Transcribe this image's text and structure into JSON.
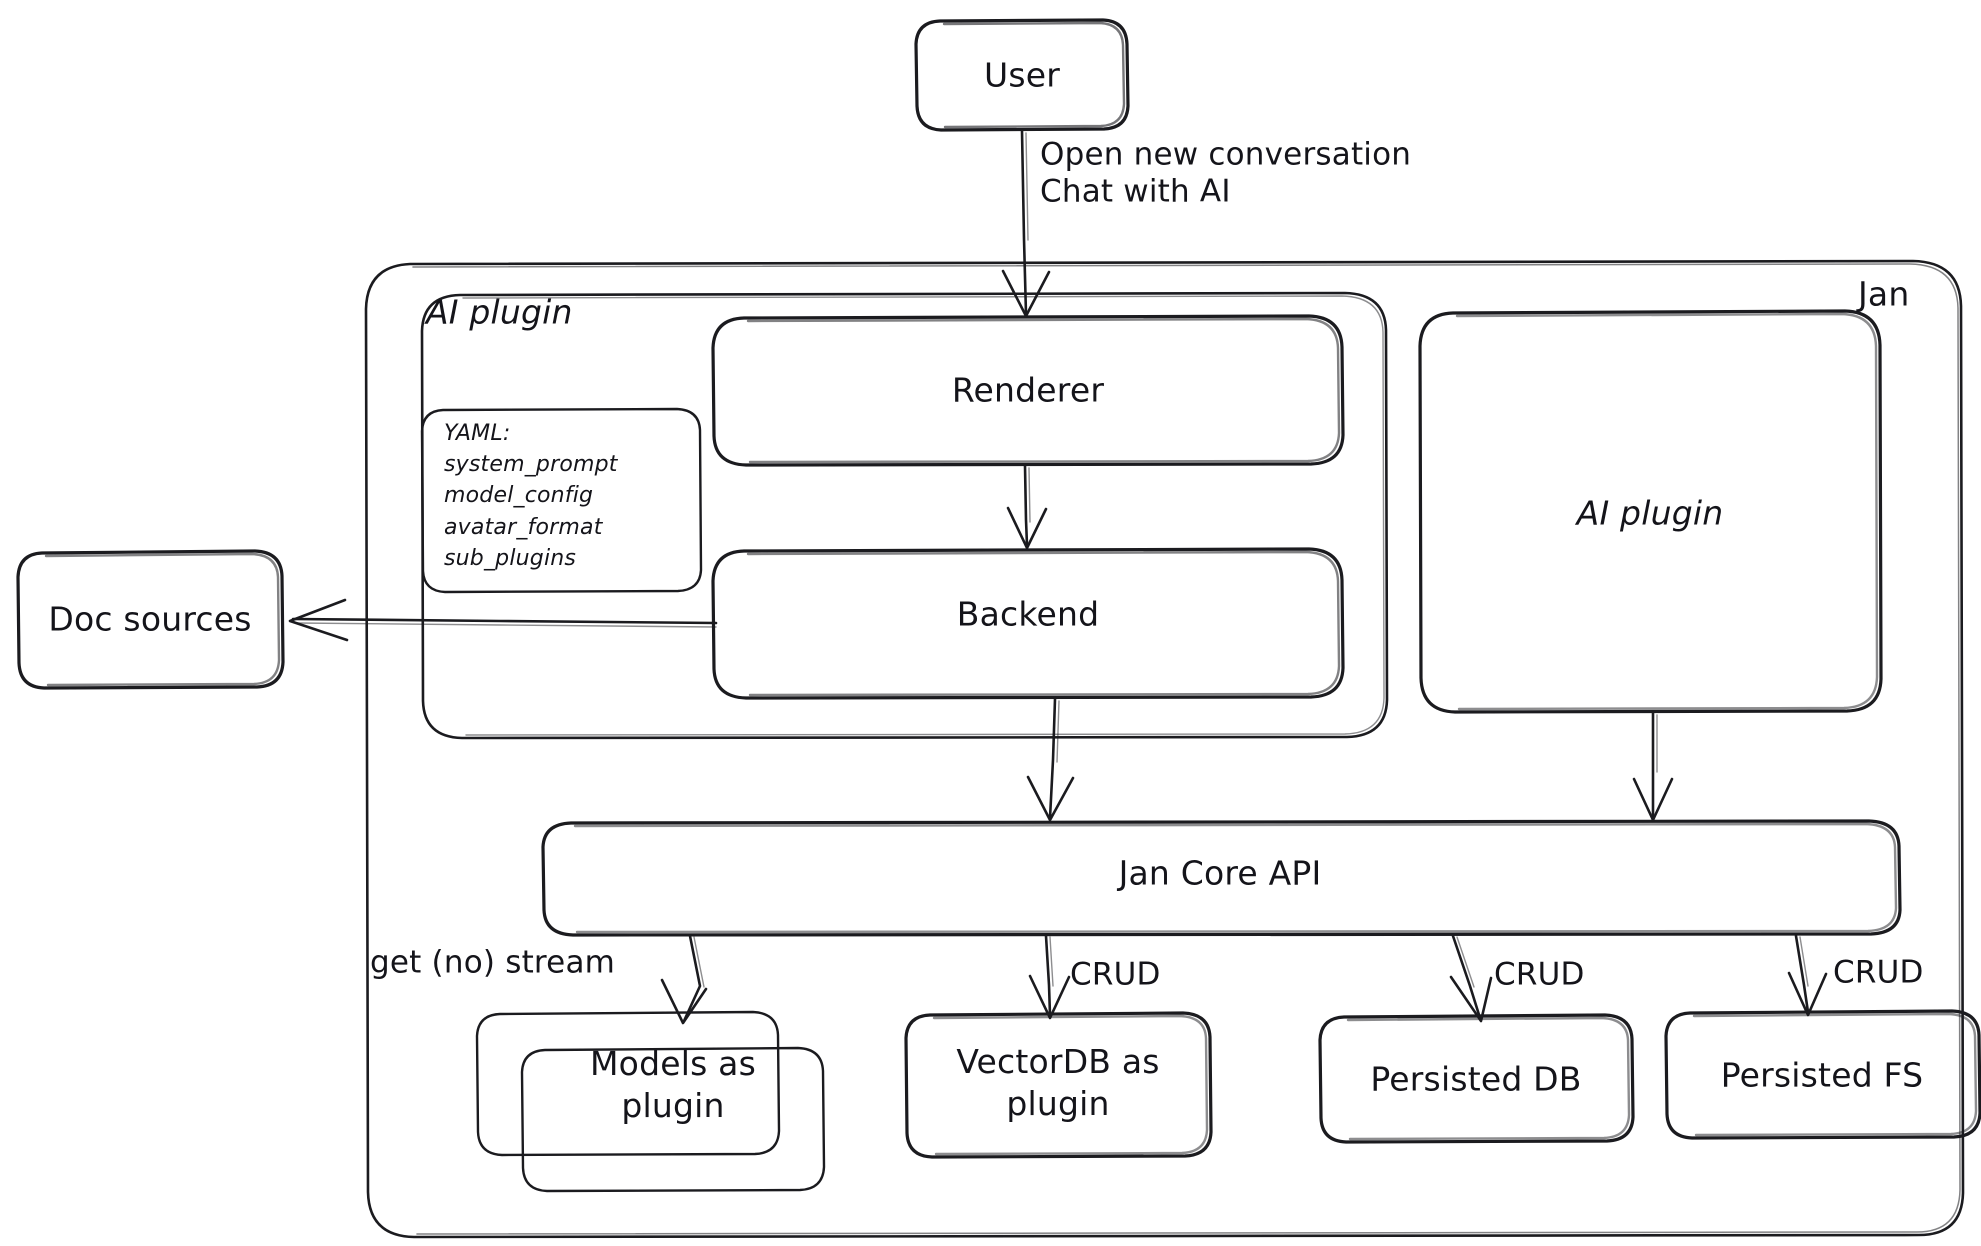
{
  "diagram": {
    "title": "Jan architecture diagram",
    "style": "hand-drawn",
    "stroke_color": "#1b1b1f",
    "background_color": "#ffffff",
    "containers": [
      {
        "id": "jan",
        "label": "Jan",
        "label_position": "top-right"
      },
      {
        "id": "ai-plugin-group",
        "label": "AI plugin",
        "label_position": "top-left"
      }
    ],
    "nodes": [
      {
        "id": "user",
        "label": "User"
      },
      {
        "id": "renderer",
        "label": "Renderer"
      },
      {
        "id": "backend",
        "label": "Backend"
      },
      {
        "id": "yaml",
        "label": "YAML:\nsystem_prompt\nmodel_config\navatar_format\nsub_plugins"
      },
      {
        "id": "doc-sources",
        "label": "Doc sources"
      },
      {
        "id": "ai-plugin-right",
        "label": "AI plugin"
      },
      {
        "id": "jan-core-api",
        "label": "Jan Core API"
      },
      {
        "id": "models-as-plugin",
        "label": "Models as\nplugin"
      },
      {
        "id": "vectordb-as-plugin",
        "label": "VectorDB as\nplugin"
      },
      {
        "id": "persisted-db",
        "label": "Persisted DB"
      },
      {
        "id": "persisted-fs",
        "label": "Persisted FS"
      }
    ],
    "edges": [
      {
        "id": "user-to-renderer",
        "from": "user",
        "to": "renderer",
        "label": "Open new conversation\nChat with AI"
      },
      {
        "id": "renderer-to-backend",
        "from": "renderer",
        "to": "backend",
        "label": ""
      },
      {
        "id": "backend-to-doc-sources",
        "from": "backend",
        "to": "doc-sources",
        "label": ""
      },
      {
        "id": "backend-to-core-api",
        "from": "backend",
        "to": "jan-core-api",
        "label": ""
      },
      {
        "id": "ai-plugin-to-core-api",
        "from": "ai-plugin-right",
        "to": "jan-core-api",
        "label": ""
      },
      {
        "id": "core-api-to-models",
        "from": "jan-core-api",
        "to": "models-as-plugin",
        "label": "get (no) stream"
      },
      {
        "id": "core-api-to-vectordb",
        "from": "jan-core-api",
        "to": "vectordb-as-plugin",
        "label": "CRUD"
      },
      {
        "id": "core-api-to-persisted-db",
        "from": "jan-core-api",
        "to": "persisted-db",
        "label": "CRUD"
      },
      {
        "id": "core-api-to-persisted-fs",
        "from": "jan-core-api",
        "to": "persisted-fs",
        "label": "CRUD"
      }
    ],
    "labels": {
      "user": "User",
      "jan": "Jan",
      "ai_plugin_group": "AI plugin",
      "ai_plugin_right": "AI plugin",
      "renderer": "Renderer",
      "backend": "Backend",
      "doc_sources": "Doc sources",
      "jan_core_api": "Jan Core API",
      "models_as_plugin": "Models as\nplugin",
      "vectordb_as_plugin": "VectorDB as\nplugin",
      "persisted_db": "Persisted DB",
      "persisted_fs": "Persisted FS",
      "edge_user_renderer": "Open new conversation\nChat with AI",
      "edge_get_no_stream": "get (no) stream",
      "edge_crud_vectordb": "CRUD",
      "edge_crud_db": "CRUD",
      "edge_crud_fs": "CRUD",
      "yaml_lines": [
        "YAML:",
        "system_prompt",
        "model_config",
        "avatar_format",
        "sub_plugins"
      ]
    }
  }
}
